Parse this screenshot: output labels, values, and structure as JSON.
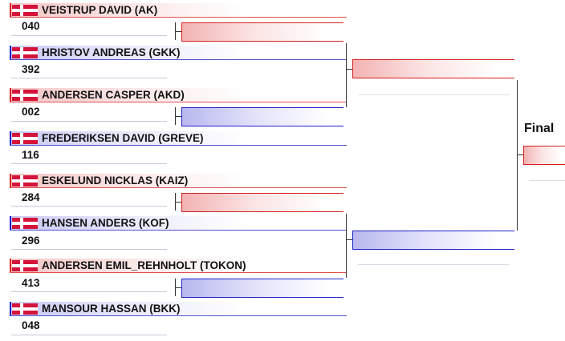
{
  "competitors": [
    {
      "name": "VEISTRUP DAVID (AK)",
      "code": "040"
    },
    {
      "name": "HRISTOV ANDREAS (GKK)",
      "code": "392"
    },
    {
      "name": "ANDERSEN CASPER (AKD)",
      "code": "002"
    },
    {
      "name": "FREDERIKSEN DAVID (GREVE)",
      "code": "116"
    },
    {
      "name": "ESKELUND NICKLAS (KAIZ)",
      "code": "284"
    },
    {
      "name": "HANSEN ANDERS (KOF)",
      "code": "296"
    },
    {
      "name": "ANDERSEN EMIL_REHNHOLT (TOKON)",
      "code": "413"
    },
    {
      "name": "MANSOUR HASSAN (BKK)",
      "code": "048"
    }
  ],
  "colors": {
    "red_corner": "#d42020",
    "blue_corner": "#2020c8",
    "flag": "#d4143a"
  },
  "icons": {
    "flag": "denmark-flag-icon"
  },
  "rounds": {
    "final_label": "Final"
  }
}
